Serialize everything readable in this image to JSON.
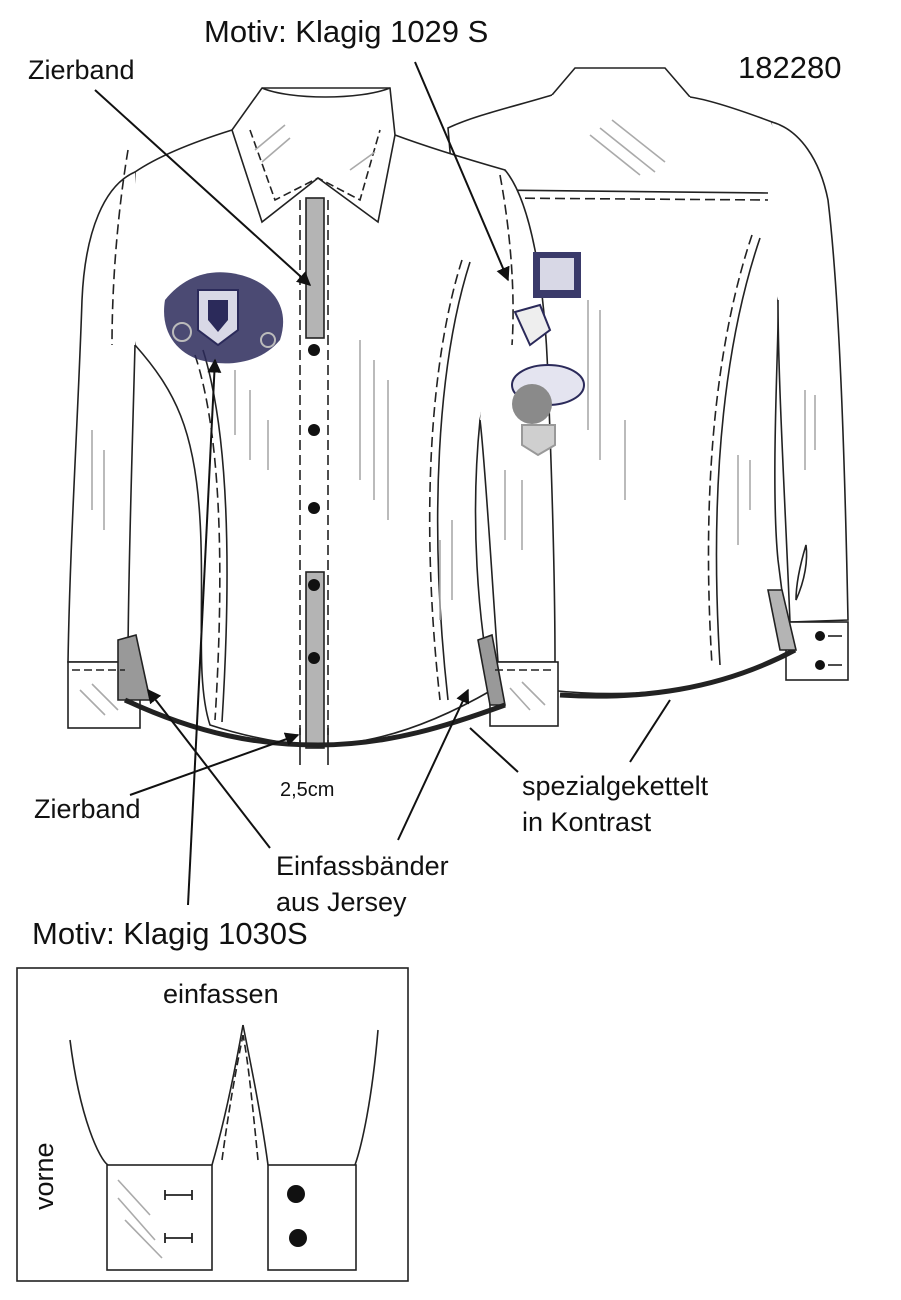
{
  "header": {
    "article_number": "182280",
    "motif_back": "Motiv: Klagig 1029 S",
    "motif_front": "Motiv: Klagig 1030S"
  },
  "labels": {
    "trim_top": "Zierband",
    "trim_bottom": "Zierband",
    "width": "2,5cm",
    "binding_line1": "Einfassbänder",
    "binding_line2": "aus Jersey",
    "chain_line1": "spezialgekettelt",
    "chain_line2": "in Kontrast"
  },
  "detail": {
    "title": "einfassen",
    "side": "vorne"
  },
  "colors": {
    "line": "#222222",
    "tape": "#b4b4b4",
    "motif": "#2b2a5a",
    "accent": "#1a1a1a"
  }
}
